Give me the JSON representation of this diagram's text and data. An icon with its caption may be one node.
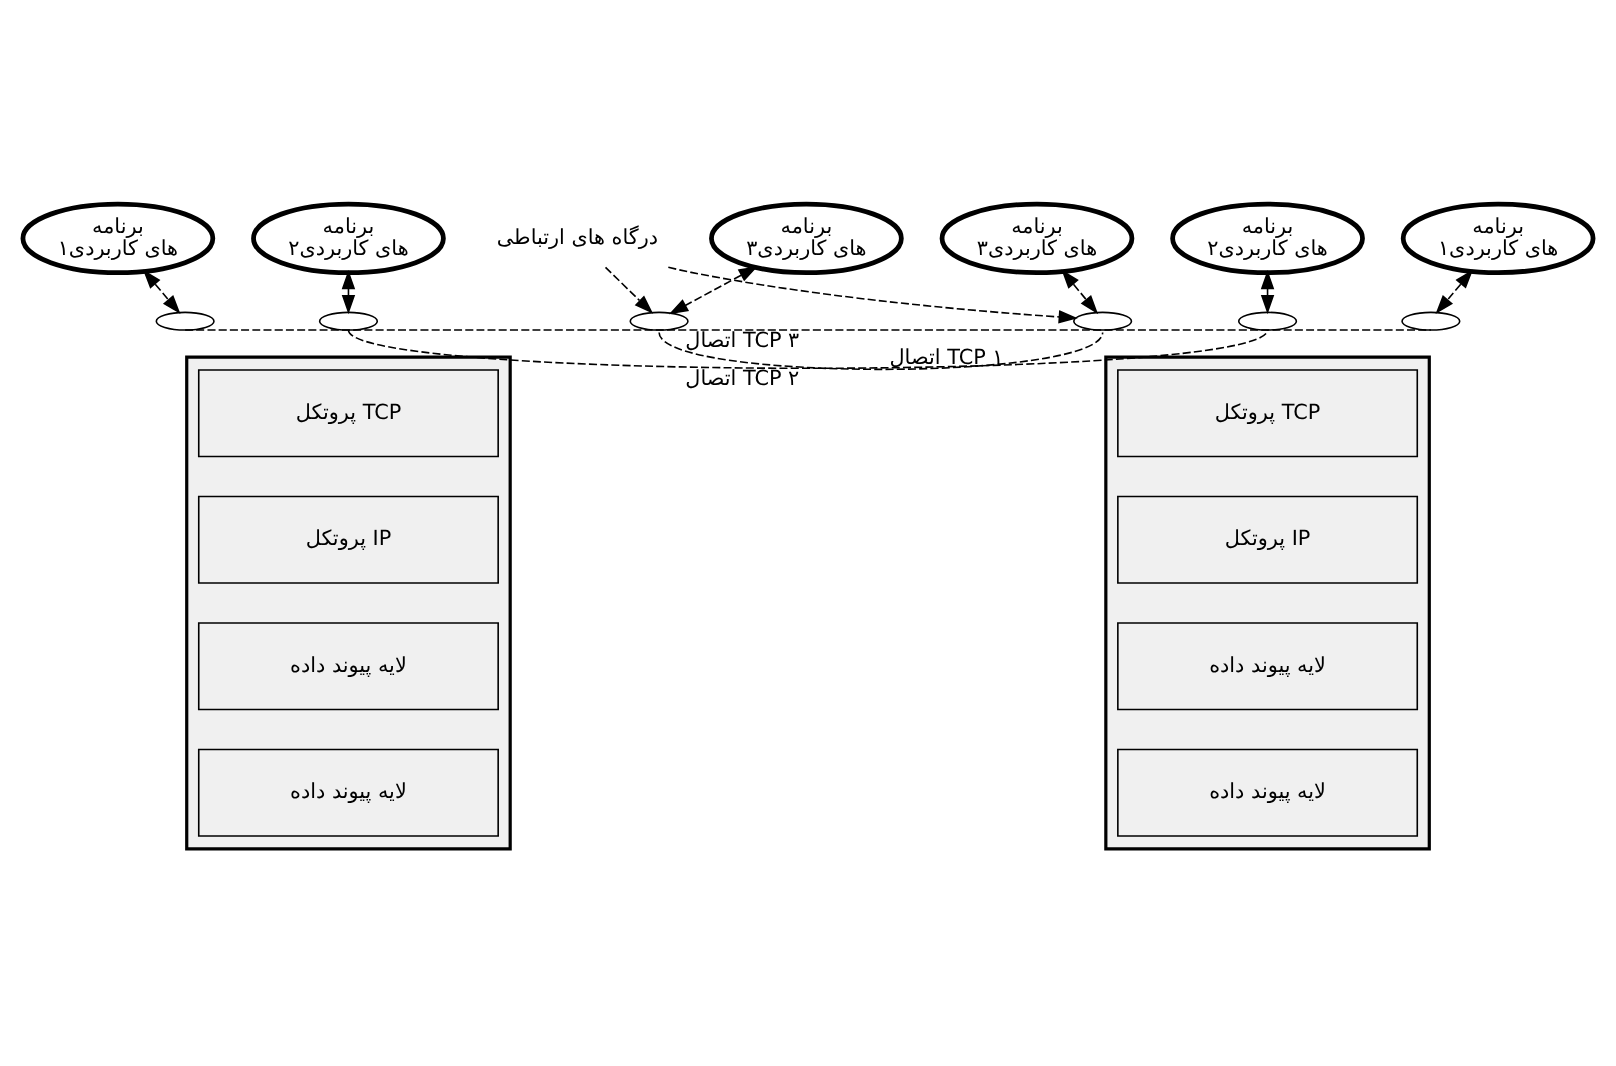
{
  "diagram": {
    "nodes": [
      {
        "text": [],
        "shape": "box"
      },
      {
        "text": [
          "پروتکل TCP"
        ],
        "in": 0
      },
      {
        "text": [
          "پروتکل IP"
        ],
        "in": 0
      },
      {
        "text": [
          "لایه پیوند داده"
        ],
        "in": 0
      },
      {
        "text": [
          "لایه پیوند داده"
        ],
        "in": 0
      },
      {
        "text": [],
        "shape": "ellipse"
      },
      {
        "text": [],
        "shape": "ellipse"
      },
      {
        "text": [],
        "shape": "ellipse"
      },
      {
        "text": [
          "برنامه های کاربردی۱"
        ]
      },
      {
        "text": [
          "برنامه های کاربردی۲"
        ]
      },
      {
        "text": [
          "برنامه های کاربردی۳"
        ]
      },
      {
        "text": [],
        "shape": "box"
      },
      {
        "text": [
          "پروتکل TCP"
        ],
        "in": 11
      },
      {
        "text": [
          "پروتکل IP"
        ],
        "in": 11
      },
      {
        "text": [
          "لایه پیوند داده"
        ],
        "in": 11
      },
      {
        "text": [
          "لایه پیوند داده"
        ],
        "in": 11
      },
      {
        "text": [],
        "shape": "ellipse"
      },
      {
        "text": [],
        "shape": "ellipse"
      },
      {
        "text": [],
        "shape": "ellipse"
      },
      {
        "text": [
          "برنامه های کاربردی۳"
        ]
      },
      {
        "text": [
          "برنامه های کاربردی۲"
        ]
      },
      {
        "text": [
          "برنامه های کاربردی۱"
        ]
      },
      {
        "text": [
          "درگاه های ارتباطی"
        ]
      }
    ],
    "edges": [
      {
        "from": 8,
        "to": 5,
        "arrow": "both",
        "style": "dashed"
      },
      {
        "from": 9,
        "to": 6,
        "arrow": "both",
        "style": "dashed"
      },
      {
        "from": 10,
        "to": 7,
        "arrow": "both",
        "style": "dashed"
      },
      {
        "from": 19,
        "to": 16,
        "arrow": "both",
        "style": "dashed"
      },
      {
        "from": 20,
        "to": 17,
        "arrow": "both",
        "style": "dashed"
      },
      {
        "from": 21,
        "to": 18,
        "arrow": "both",
        "style": "dashed"
      },
      {
        "from": 22,
        "to": 7,
        "arrow": "to",
        "style": "dashed"
      },
      {
        "from": 22,
        "to": 16,
        "arrow": "to",
        "style": "dashed"
      },
      {
        "from": 7,
        "to": 16,
        "arrow": "none",
        "style": "dashed",
        "label": "اتصال TCP ۱"
      },
      {
        "from": 6,
        "to": 17,
        "arrow": "none",
        "style": "dashed",
        "label": "اتصال TCP ۲"
      },
      {
        "from": 5,
        "to": 18,
        "arrow": "none",
        "style": "dashed",
        "label": "اتصال TCP ۳"
      }
    ]
  }
}
